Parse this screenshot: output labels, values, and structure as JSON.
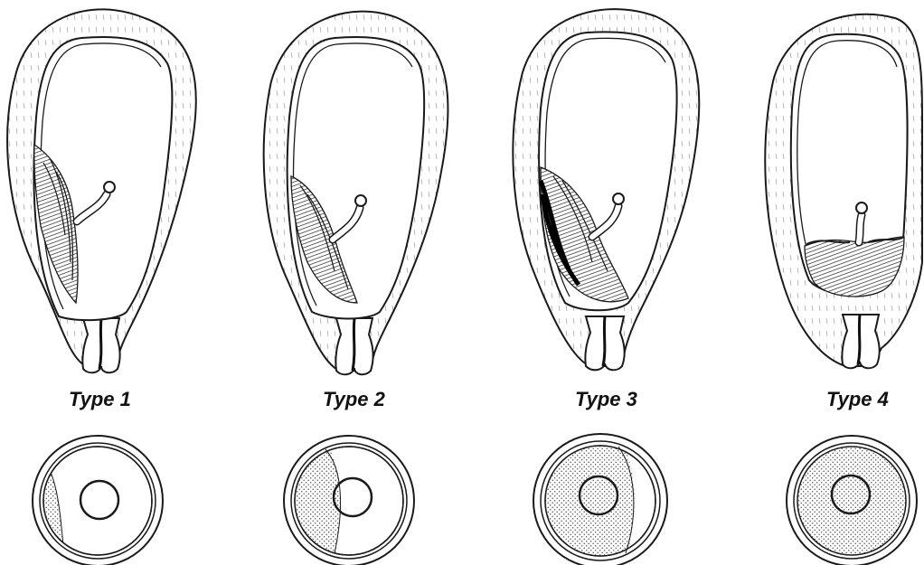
{
  "figure": {
    "panels": [
      {
        "label": "Type 1"
      },
      {
        "label": "Type 2"
      },
      {
        "label": "Type 3"
      },
      {
        "label": "Type 4"
      }
    ]
  },
  "colors": {
    "ink": "#1a1a1a",
    "stipple": "#555555",
    "placenta_hatch": "#222222"
  }
}
